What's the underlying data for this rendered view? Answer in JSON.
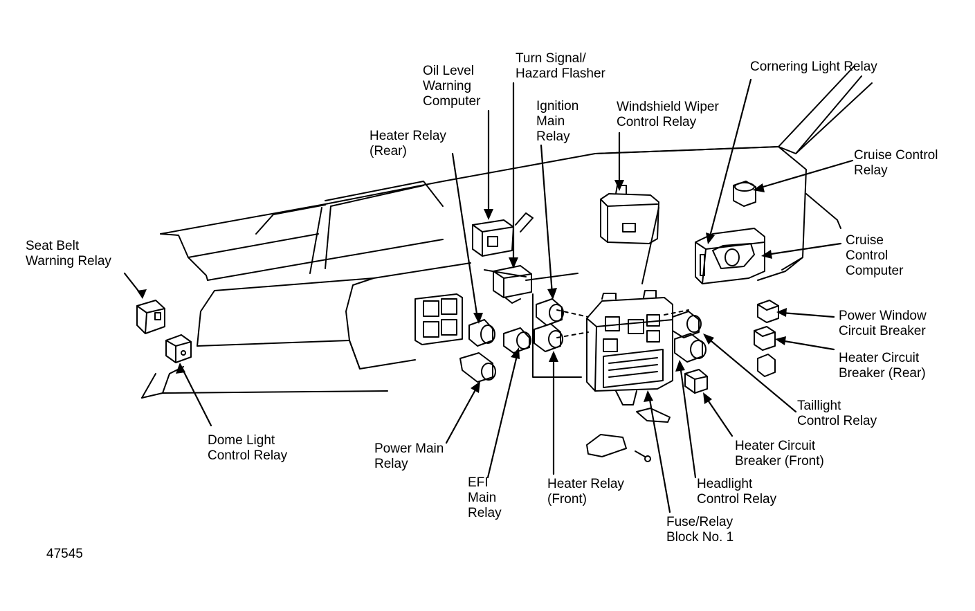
{
  "figure_number": "47545",
  "colors": {
    "ink": "#000000",
    "paper": "#ffffff"
  },
  "labels": {
    "seat_belt": [
      "Seat Belt",
      "Warning Relay"
    ],
    "dome_light": [
      "Dome Light",
      "Control Relay"
    ],
    "heater_relay_rear": [
      "Heater Relay",
      "(Rear)"
    ],
    "oil_level": [
      "Oil Level",
      "Warning",
      "Computer"
    ],
    "turn_signal": [
      "Turn Signal/",
      "Hazard Flasher"
    ],
    "ignition_main": [
      "Ignition",
      "Main",
      "Relay"
    ],
    "windshield_wiper": [
      "Windshield Wiper",
      "Control Relay"
    ],
    "cornering_light": [
      "Cornering Light Relay"
    ],
    "cruise_relay": [
      "Cruise Control",
      "Relay"
    ],
    "cruise_computer": [
      "Cruise",
      "Control",
      "Computer"
    ],
    "power_window_cb": [
      "Power Window",
      "Circuit Breaker"
    ],
    "heater_cb_rear": [
      "Heater Circuit",
      "Breaker (Rear)"
    ],
    "taillight": [
      "Taillight",
      "Control Relay"
    ],
    "heater_cb_front": [
      "Heater Circuit",
      "Breaker (Front)"
    ],
    "headlight": [
      "Headlight",
      "Control Relay"
    ],
    "fuse_block": [
      "Fuse/Relay",
      "Block No. 1"
    ],
    "heater_relay_front": [
      "Heater Relay",
      "(Front)"
    ],
    "efi_main": [
      "EFI",
      "Main",
      "Relay"
    ],
    "power_main": [
      "Power Main",
      "Relay"
    ]
  }
}
